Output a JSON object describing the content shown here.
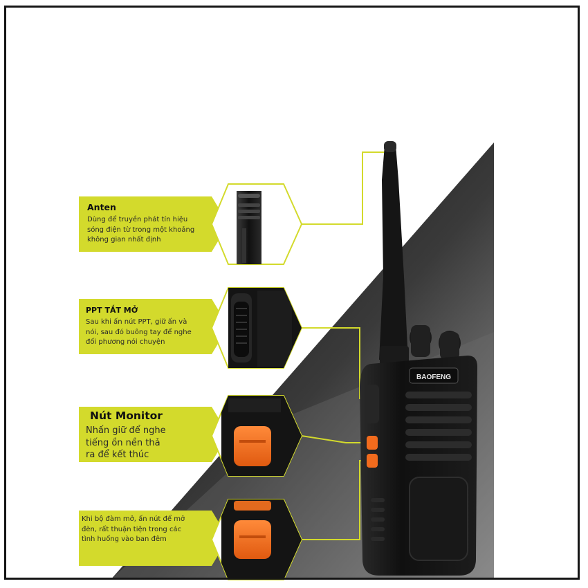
{
  "colors": {
    "accent_lime": "#D3DA2C",
    "background_white": "#FFFFFF",
    "gradient_dark": "#111111",
    "gradient_mid": "#777777",
    "button_orange": "#F26B1D",
    "radio_body": "#151515"
  },
  "icons": [
    "antenna-closeup",
    "ptt-button-closeup",
    "monitor-button-closeup",
    "light-button-closeup",
    "walkie-talkie-illustration"
  ],
  "brand": "BAOFENG",
  "callouts": [
    {
      "title": "Anten",
      "lines": [
        "Dùng để truyền phát tín hiệu",
        "sóng điện từ trong một khoảng",
        "không gian nhất định"
      ]
    },
    {
      "title": "PPT TẮT MỞ",
      "lines": [
        "Sau khi ấn nút PPT, giữ ấn và",
        "nói, sau đó buông tay để nghe",
        "đối phương nói chuyện"
      ]
    },
    {
      "title": "Nút Monitor",
      "lines": [
        "Nhấn giữ để nghe",
        "tiếng ồn nền thả",
        "ra để kết thúc"
      ]
    },
    {
      "title": "",
      "lines": [
        "Khi bộ đàm mở, ấn nút để mở",
        "đèn, rất thuận tiện trong các",
        "tình huống vào ban đêm"
      ]
    }
  ]
}
